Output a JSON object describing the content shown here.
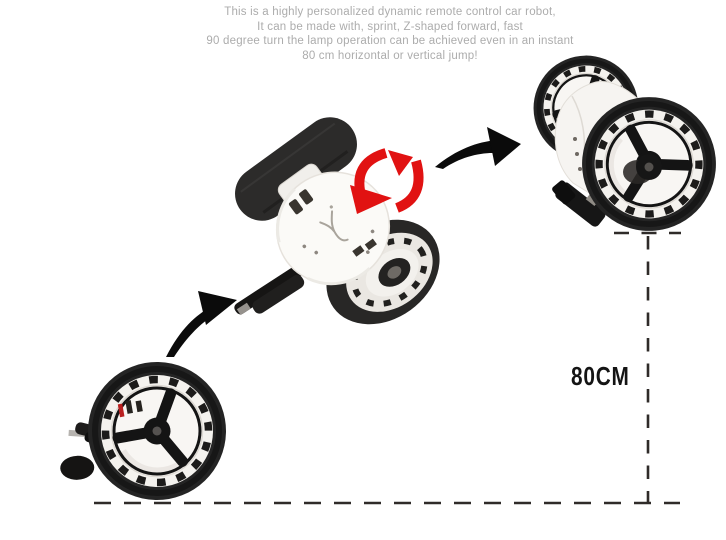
{
  "description": {
    "lines": [
      "This is a highly personalized dynamic remote control car robot,",
      "It can be made with, sprint, Z-shaped forward, fast",
      "90 degree turn the lamp operation can be achieved even in an instant",
      "80 cm horizontal or vertical jump!"
    ]
  },
  "measurement": {
    "height_label": "80CM"
  },
  "colors": {
    "background": "#ffffff",
    "description_text": "#acacac",
    "dimension_line": "#2f2b29",
    "trajectory_arrow_black": "#0b0b0b",
    "rotation_arrow_red": "#e11212",
    "tire_black": "#242424",
    "rim_white": "#f4f2ee",
    "car_body_white": "#fbfaf7"
  },
  "icons": {
    "trajectory_arrow_1": "curved-swoosh-arrow-up-right",
    "trajectory_arrow_2": "curved-swoosh-arrow-right",
    "flip_rotation": "double-red-rotation-arrows",
    "height_dimension": "vertical-dashed-measure-line",
    "ground": "horizontal-dashed-ground-line"
  }
}
